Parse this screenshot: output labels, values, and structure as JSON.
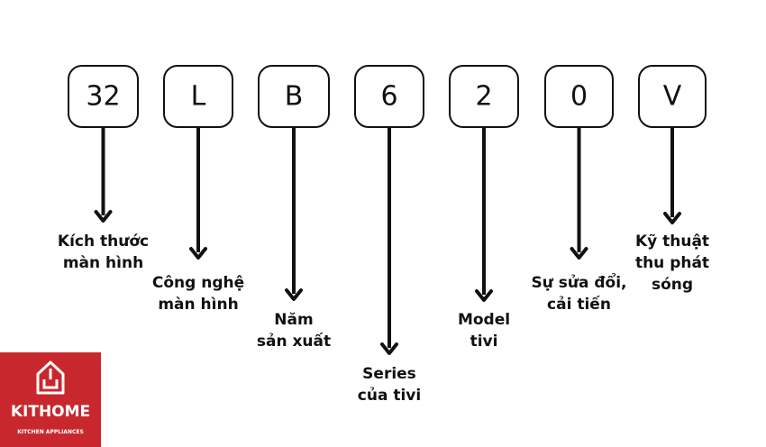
{
  "segments": [
    {
      "code": "32",
      "label_lines": [
        "Kích thước",
        "màn hình"
      ]
    },
    {
      "code": "L",
      "label_lines": [
        "Công nghệ",
        "màn hình"
      ]
    },
    {
      "code": "B",
      "label_lines": [
        "Năm",
        "sản xuất"
      ]
    },
    {
      "code": "6",
      "label_lines": [
        "Series",
        "của tivi"
      ]
    },
    {
      "code": "2",
      "label_lines": [
        "Model",
        "tivi"
      ]
    },
    {
      "code": "0",
      "label_lines": [
        "Sự sửa đổi,",
        "cải tiến"
      ]
    },
    {
      "code": "V",
      "label_lines": [
        "Kỹ thuật",
        "thu phát",
        "sóng"
      ]
    }
  ],
  "logo": {
    "name": "KITHOME",
    "tagline": "KITCHEN APPLIANCES",
    "icon": "house-icon"
  },
  "colors": {
    "ink": "#111111",
    "logo_background": "#c8282d",
    "logo_text": "#ffffff"
  }
}
